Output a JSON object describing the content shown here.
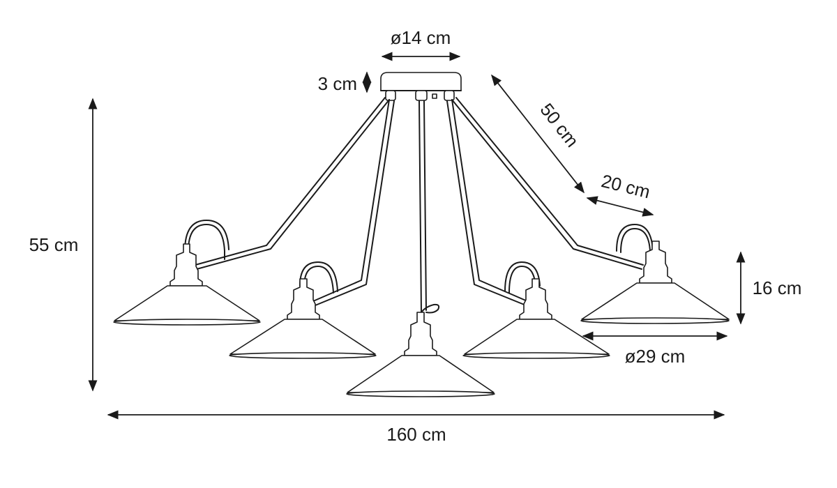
{
  "dimensions": {
    "canopy_diameter": "ø14 cm",
    "canopy_height": "3 cm",
    "arm_length": "50 cm",
    "arm_tip": "20 cm",
    "total_height": "55 cm",
    "shade_height": "16 cm",
    "shade_diameter": "ø29 cm",
    "total_width": "160 cm"
  },
  "colors": {
    "ink": "#1a1a1a",
    "background": "#ffffff"
  }
}
